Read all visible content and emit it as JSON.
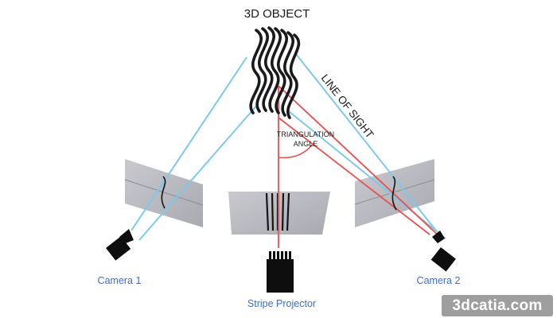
{
  "labels": {
    "object": "3D OBJECT",
    "line_of_sight": "LINE OF SIGHT",
    "triangulation": "TRIANGULATION",
    "angle": "ANGLE",
    "camera1": "Camera 1",
    "camera2": "Camera 2",
    "projector": "Stripe Projector"
  },
  "watermark": "3dcatia.com",
  "colors": {
    "sight_line": "#7ec8ec",
    "projection_line": "#e8504f",
    "camera_label": "#3f6fd0",
    "panel": "#b8b8bf",
    "object": "#1a1a1a",
    "watermark_bg": "#9e9e9e"
  }
}
